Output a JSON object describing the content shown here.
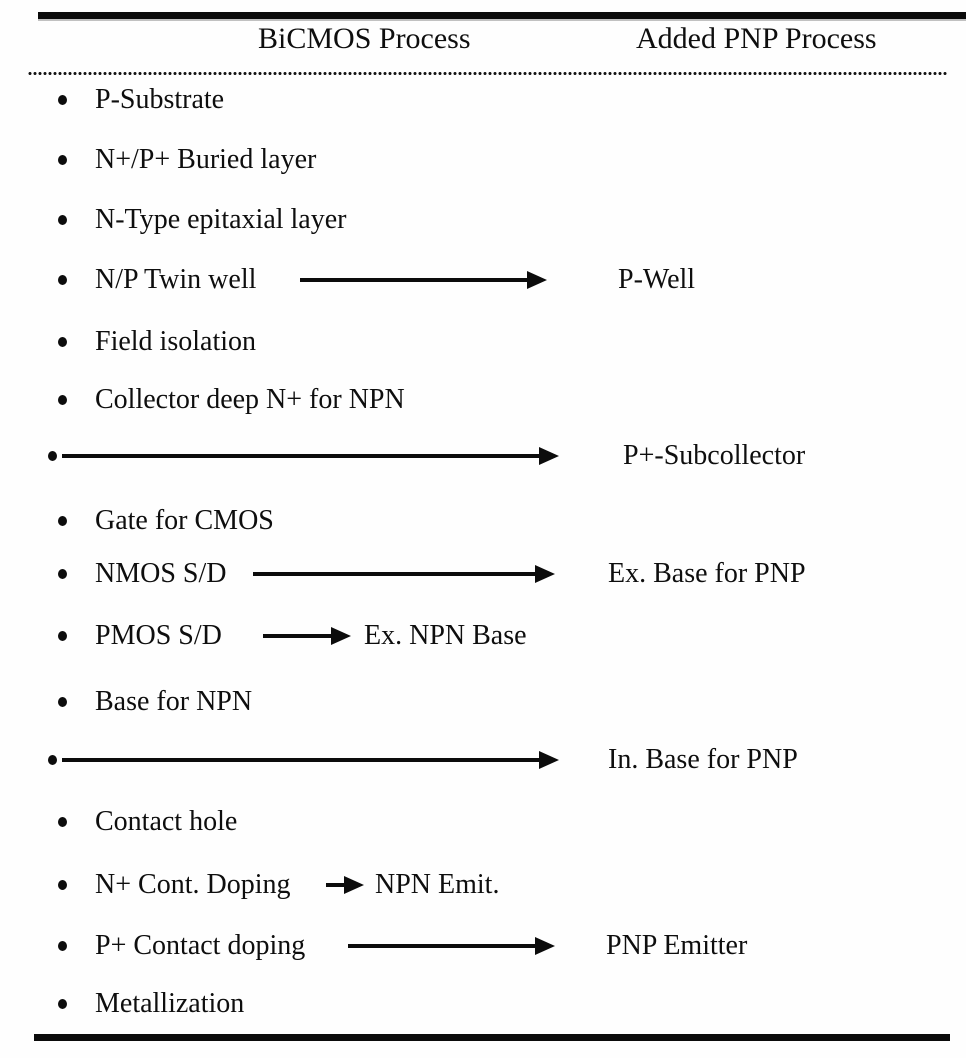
{
  "table": {
    "col1_header": "BiCMOS Process",
    "col2_header": "Added PNP Process",
    "rows": [
      {
        "left": "P-Substrate"
      },
      {
        "left": "N+/P+ Buried layer"
      },
      {
        "left": "N-Type epitaxial layer"
      },
      {
        "left": "N/P Twin well",
        "right": "P-Well"
      },
      {
        "left": "Field isolation"
      },
      {
        "left": "Collector deep N+ for NPN"
      },
      {
        "right": "P+-Subcollector"
      },
      {
        "left": "Gate for CMOS"
      },
      {
        "left": "NMOS S/D",
        "right": "Ex. Base for PNP"
      },
      {
        "left": "PMOS S/D",
        "inline_right": "Ex. NPN Base"
      },
      {
        "left": "Base for NPN"
      },
      {
        "right": "In. Base for PNP"
      },
      {
        "left": "Contact hole"
      },
      {
        "left": "N+ Cont. Doping",
        "inline_right": "NPN Emit."
      },
      {
        "left": "P+ Contact doping",
        "right": "PNP Emitter"
      },
      {
        "left": "Metallization"
      }
    ]
  },
  "icons": {
    "bullet": "filled-circle-bullet",
    "arrow": "right-arrow"
  },
  "colors": {
    "text": "#0e0e0e",
    "rule": "#0b0b0b",
    "background": "#fefefe"
  }
}
